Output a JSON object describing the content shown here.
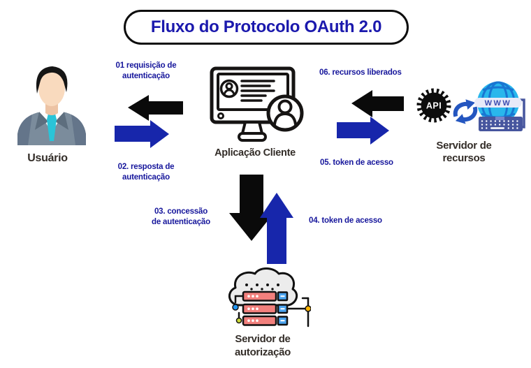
{
  "title": {
    "text": "Fluxo do Protocolo OAuth 2.0"
  },
  "palette": {
    "title_blue": "#1b19ad",
    "flow_label_blue": "#17179c",
    "arrow_blue": "#1726ab",
    "arrow_black": "#0a0a0a",
    "node_label_black": "#332d28",
    "globe_blue": "#29b7ec",
    "keyboard_indigo": "#47569e",
    "server_pink": "#f2807d",
    "server_blue": "#4aa3ee"
  },
  "nodes": {
    "user": {
      "label": "Usuário"
    },
    "client_app": {
      "label": "Aplicação Cliente"
    },
    "resource_server": {
      "line1": "Servidor de",
      "line2": "recursos"
    },
    "auth_server": {
      "line1": "Servidor de",
      "line2": "autorização"
    }
  },
  "flows": {
    "f01": {
      "line1": "01 requisição de",
      "line2": "autenticação",
      "direction": "left",
      "color": "black"
    },
    "f02": {
      "line1": "02. resposta de",
      "line2": "autenticação",
      "direction": "right",
      "color": "blue"
    },
    "f03": {
      "line1": "03. concessão",
      "line2": "de autenticação",
      "direction": "down",
      "color": "black"
    },
    "f04": {
      "label": "04. token de acesso",
      "direction": "up",
      "color": "blue"
    },
    "f05": {
      "label": "05. token de acesso",
      "direction": "right",
      "color": "blue"
    },
    "f06": {
      "label": "06. recursos liberados",
      "direction": "left",
      "color": "black"
    }
  },
  "icons": {
    "api_badge": {
      "text": "API"
    },
    "globe": {
      "text": "WWW"
    }
  }
}
